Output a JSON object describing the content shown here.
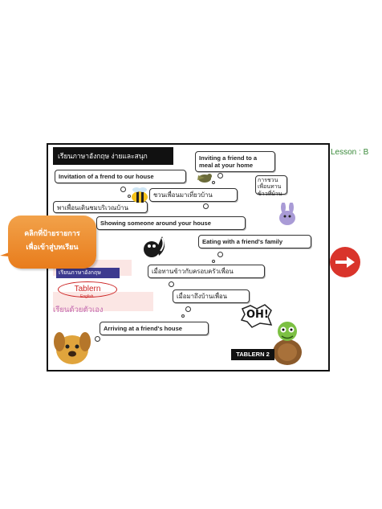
{
  "lesson_label": "Lesson : B",
  "title_bar": "เรียนภาษาอังกฤษ ง่ายและสนุก",
  "callout": {
    "line1": "คลิกที่ป้ายรายการ",
    "line2": "เพื่อเข้าสู่บทเรียน"
  },
  "side_nav": {
    "study_label": "เรียนภาษาอังกฤษ",
    "logo_text": "Tablern",
    "logo_sub": "English",
    "self_study": "เรียนด้วยตัวเอง"
  },
  "badge": "TABLERN 2",
  "oh_text": "OH!",
  "lessons": {
    "inviting_friend": "Inviting a friend to a meal at your home",
    "invitation": "Invitation of a frend to our house",
    "invite_thai": "การชวนเพื่อนทานข้าวที่บ้าน",
    "visit_thai": "ชวนเพื่อนมาเที่ยวบ้าน",
    "welcome_thai": "พาเพื่อนเดินชมบริเวณบ้าน",
    "showing": "Showing someone around your house",
    "eating": "Eating with a friend's family",
    "eating_thai": "เมื่อทานข้าวกับครอบครัวเพื่อน",
    "arrive_thai": "เมื่อมาถึงบ้านเพื่อน",
    "arriving": "Arriving at a friend's house"
  },
  "colors": {
    "accent": "#e87c1c",
    "next": "#d9342b",
    "lesson": "#3a8a3a"
  }
}
